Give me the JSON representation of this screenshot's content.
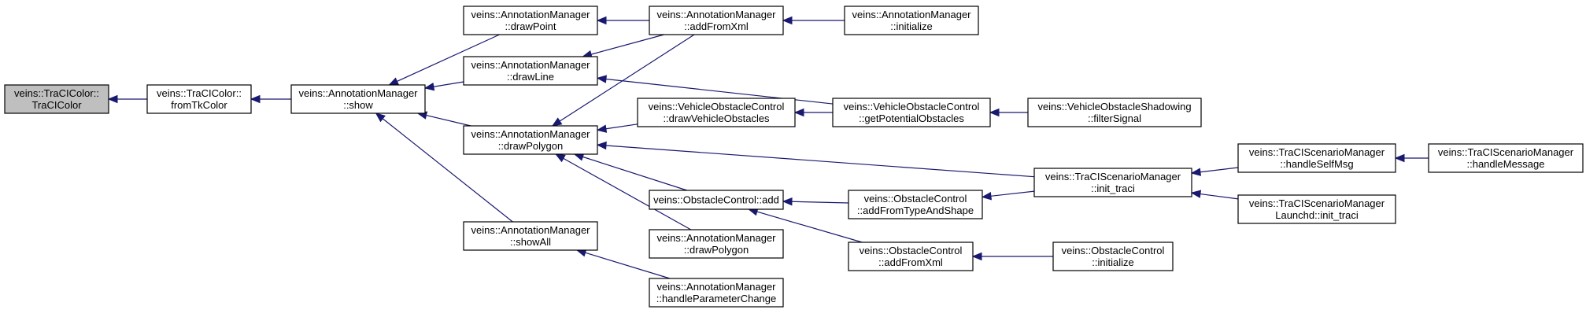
{
  "colors": {
    "edge": "#191970",
    "node_fill": "#ffffff",
    "node_highlight_fill": "#bfbfbf",
    "node_border": "#000000"
  },
  "nodes": {
    "tracicolor_ctor": {
      "lines": [
        "veins::TraCIColor::",
        "TraCIColor"
      ],
      "highlight": true
    },
    "fromtkcolor": {
      "lines": [
        "veins::TraCIColor::",
        "fromTkColor"
      ]
    },
    "am_show": {
      "lines": [
        "veins::AnnotationManager",
        "::show"
      ]
    },
    "am_drawpoint": {
      "lines": [
        "veins::AnnotationManager",
        "::drawPoint"
      ]
    },
    "am_drawline": {
      "lines": [
        "veins::AnnotationManager",
        "::drawLine"
      ]
    },
    "am_drawpolygon": {
      "lines": [
        "veins::AnnotationManager",
        "::drawPolygon"
      ]
    },
    "am_showall": {
      "lines": [
        "veins::AnnotationManager",
        "::showAll"
      ]
    },
    "am_addfromxml": {
      "lines": [
        "veins::AnnotationManager",
        "::addFromXml"
      ]
    },
    "am_initialize": {
      "lines": [
        "veins::AnnotationManager",
        "::initialize"
      ]
    },
    "voc_drawvehicleobstacles": {
      "lines": [
        "veins::VehicleObstacleControl",
        "::drawVehicleObstacles"
      ]
    },
    "voc_getpotentialobstacles": {
      "lines": [
        "veins::VehicleObstacleControl",
        "::getPotentialObstacles"
      ]
    },
    "vos_filtersignal": {
      "lines": [
        "veins::VehicleObstacleShadowing",
        "::filterSignal"
      ]
    },
    "oc_add": {
      "lines": [
        "veins::ObstacleControl::add"
      ]
    },
    "am_drawpolygon2": {
      "lines": [
        "veins::AnnotationManager",
        "::drawPolygon"
      ]
    },
    "am_handleparameterchange": {
      "lines": [
        "veins::AnnotationManager",
        "::handleParameterChange"
      ]
    },
    "oc_addfromtypeandshape": {
      "lines": [
        "veins::ObstacleControl",
        "::addFromTypeAndShape"
      ]
    },
    "oc_addfromxml": {
      "lines": [
        "veins::ObstacleControl",
        "::addFromXml"
      ]
    },
    "oc_initialize": {
      "lines": [
        "veins::ObstacleControl",
        "::initialize"
      ]
    },
    "tsm_init_traci": {
      "lines": [
        "veins::TraCIScenarioManager",
        "::init_traci"
      ]
    },
    "tsm_handleselfmsg": {
      "lines": [
        "veins::TraCIScenarioManager",
        "::handleSelfMsg"
      ]
    },
    "tsm_handlemessage": {
      "lines": [
        "veins::TraCIScenarioManager",
        "::handleMessage"
      ]
    },
    "tsml_init_traci": {
      "lines": [
        "veins::TraCIScenarioManager",
        "Launchd::init_traci"
      ]
    }
  },
  "edges": [
    {
      "from": "fromtkcolor",
      "to": "tracicolor_ctor"
    },
    {
      "from": "am_show",
      "to": "fromtkcolor"
    },
    {
      "from": "am_drawpoint",
      "to": "am_show"
    },
    {
      "from": "am_drawline",
      "to": "am_show"
    },
    {
      "from": "am_drawpolygon",
      "to": "am_show"
    },
    {
      "from": "am_showall",
      "to": "am_show"
    },
    {
      "from": "am_addfromxml",
      "to": "am_drawpoint"
    },
    {
      "from": "am_addfromxml",
      "to": "am_drawline"
    },
    {
      "from": "am_addfromxml",
      "to": "am_drawpolygon"
    },
    {
      "from": "am_initialize",
      "to": "am_addfromxml"
    },
    {
      "from": "voc_getpotentialobstacles",
      "to": "am_drawline"
    },
    {
      "from": "voc_drawvehicleobstacles",
      "to": "am_drawpolygon"
    },
    {
      "from": "voc_getpotentialobstacles",
      "to": "voc_drawvehicleobstacles"
    },
    {
      "from": "vos_filtersignal",
      "to": "voc_getpotentialobstacles"
    },
    {
      "from": "oc_add",
      "to": "am_drawpolygon"
    },
    {
      "from": "am_drawpolygon2",
      "to": "am_drawpolygon"
    },
    {
      "from": "tsm_init_traci",
      "to": "am_drawpolygon"
    },
    {
      "from": "am_handleparameterchange",
      "to": "am_showall"
    },
    {
      "from": "oc_addfromtypeandshape",
      "to": "oc_add"
    },
    {
      "from": "oc_addfromxml",
      "to": "oc_add"
    },
    {
      "from": "oc_initialize",
      "to": "oc_addfromxml"
    },
    {
      "from": "tsm_init_traci",
      "to": "oc_addfromtypeandshape"
    },
    {
      "from": "tsm_handleselfmsg",
      "to": "tsm_init_traci"
    },
    {
      "from": "tsml_init_traci",
      "to": "tsm_init_traci"
    },
    {
      "from": "tsm_handlemessage",
      "to": "tsm_handleselfmsg"
    }
  ]
}
